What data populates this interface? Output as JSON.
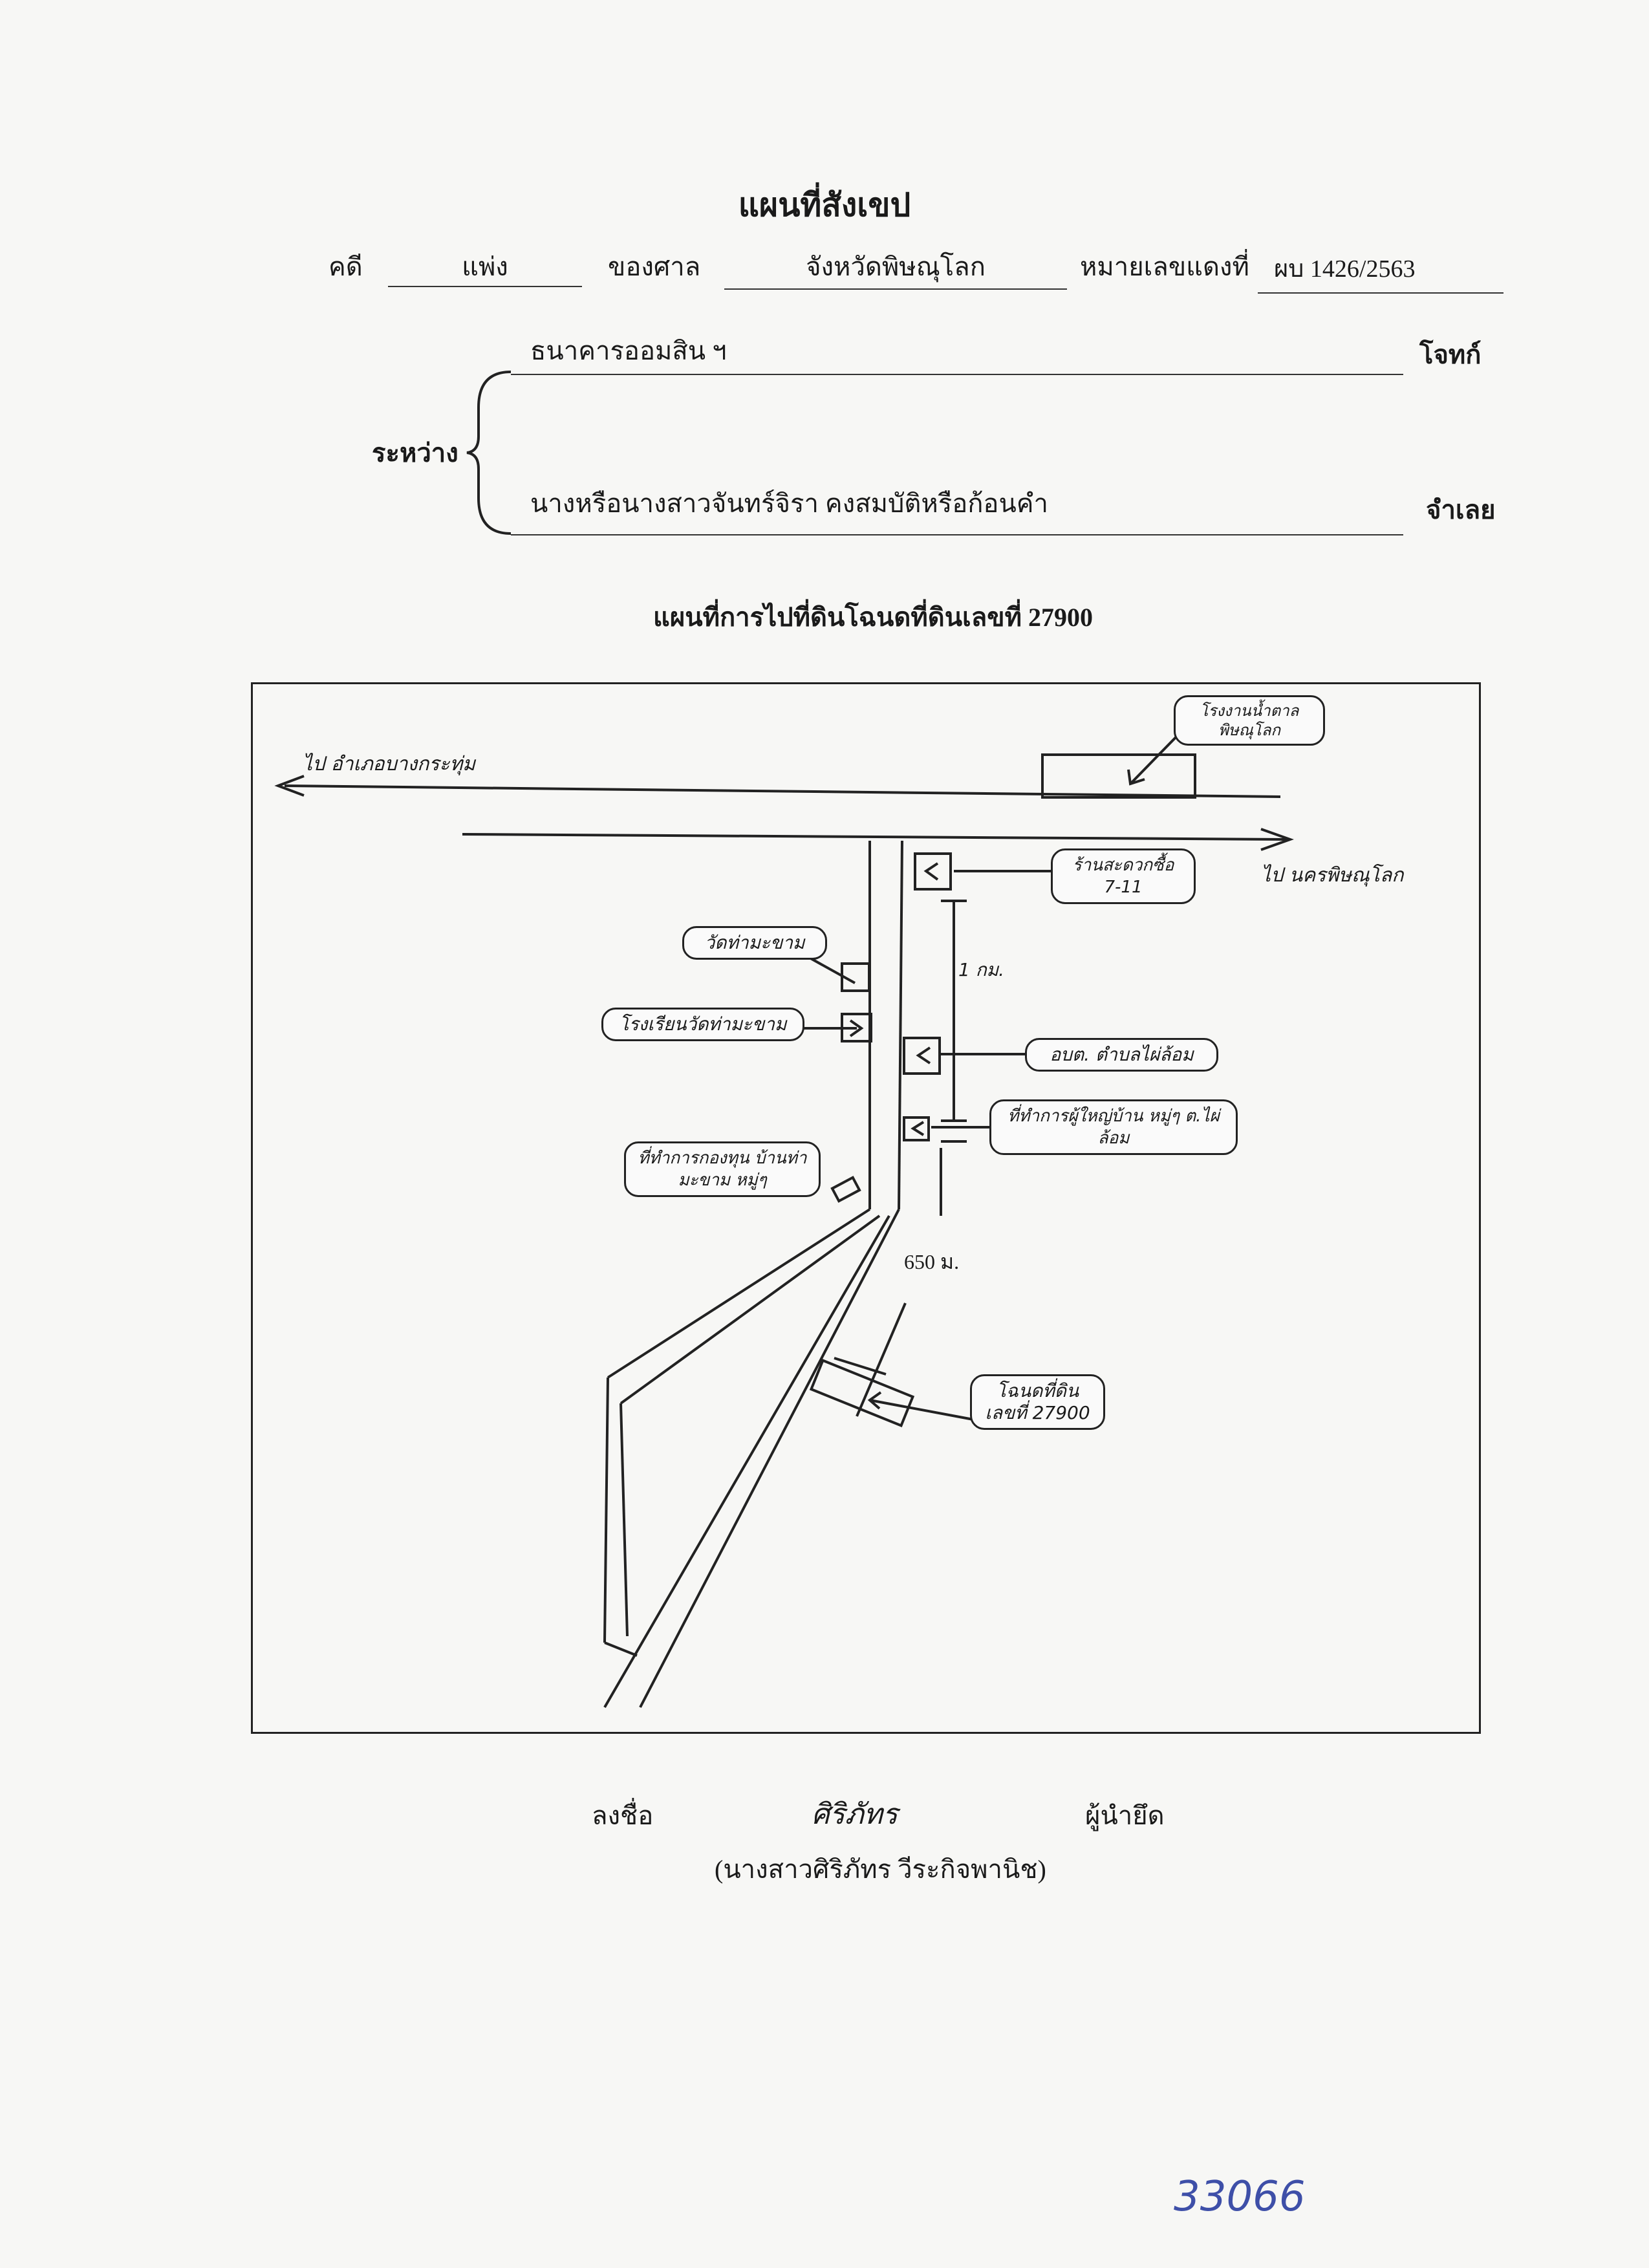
{
  "header": {
    "title": "แผนที่สังเขป",
    "case_label": "คดี",
    "case_type": "แพ่ง",
    "court_label": "ของศาล",
    "court_name": "จังหวัดพิษณุโลก",
    "red_no_label": "หมายเลขแดงที่",
    "red_no_value": "ผบ 1426/2563"
  },
  "parties": {
    "between_label": "ระหว่าง",
    "plaintiff_name": "ธนาคารออมสิน ฯ",
    "plaintiff_label": "โจทก์",
    "defendant_name": "นางหรือนางสาวจันทร์จิรา  คงสมบัติหรือก้อนคำ",
    "defendant_label": "จำเลย"
  },
  "map": {
    "title": "แผนที่การไปที่ดินโฉนดที่ดินเลขที่ 27900",
    "to_left": "ไป อำเภอบางกระทุ่ม",
    "to_right": "ไป นครพิษณุโลก",
    "water_plant": "โรงงานน้ำตาลพิษณุโลก",
    "store": "ร้านสะดวกซื้อ 7-11",
    "temple": "วัดท่ามะขาม",
    "school": "โรงเรียนวัดท่ามะขาม",
    "sao": "อบต. ตำบลไผ่ล้อม",
    "headman_office": "ที่ทำการผู้ใหญ่บ้าน หมู่ๆ ต.ไผ่ล้อม",
    "village_office": "ที่ทำการกองทุน บ้านท่ามะขาม หมู่ๆ",
    "dist_1km": "1 กม.",
    "dist_650m": "650 ม.",
    "land": "โฉนดที่ดิน เลขที่ 27900"
  },
  "signature": {
    "sign_label": "ลงชื่อ",
    "signature_text": "ศิริภัทร",
    "role": "ผู้นำยึด",
    "name": "(นางสาวศิริภัทร  วีระกิจพานิช)"
  },
  "footer": {
    "handwritten_number": "33066"
  }
}
